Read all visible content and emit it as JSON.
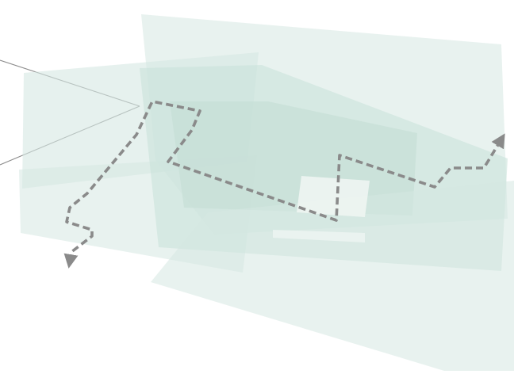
{
  "diagram": {
    "kind": "layered-planes-with-path",
    "plane_count": 4,
    "path_style": "dashed",
    "path_arrowheads": 2,
    "leader_lines": 2,
    "colors": {
      "background": "#ffffff",
      "plane_fill": "#d6e8e2",
      "plane_fill_inner": "#c9e2da",
      "highlight": "#eef5f2",
      "path": "#8a8a8a",
      "leader": "#8c8c8c"
    }
  }
}
